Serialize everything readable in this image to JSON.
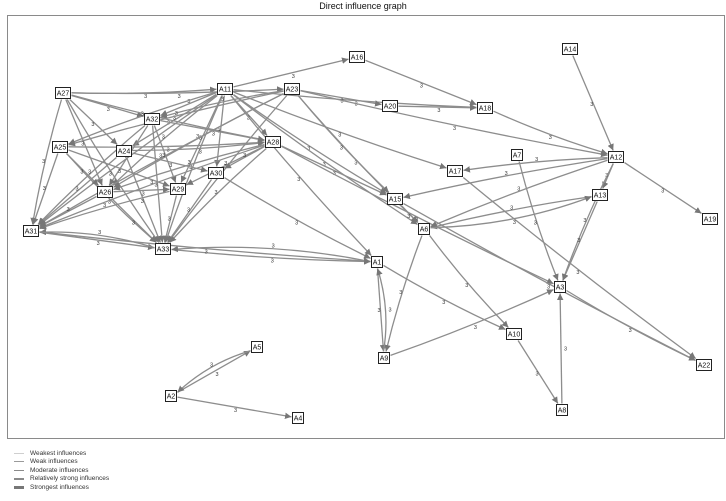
{
  "title": "Direct influence graph",
  "edge_weight_label": "3",
  "nodes": [
    {
      "id": "A16"
    },
    {
      "id": "A14"
    },
    {
      "id": "A27"
    },
    {
      "id": "A11"
    },
    {
      "id": "A23"
    },
    {
      "id": "A20"
    },
    {
      "id": "A18"
    },
    {
      "id": "A32"
    },
    {
      "id": "A25"
    },
    {
      "id": "A24"
    },
    {
      "id": "A28"
    },
    {
      "id": "A7"
    },
    {
      "id": "A12"
    },
    {
      "id": "A17"
    },
    {
      "id": "A26"
    },
    {
      "id": "A29"
    },
    {
      "id": "A30"
    },
    {
      "id": "A15"
    },
    {
      "id": "A13"
    },
    {
      "id": "A19"
    },
    {
      "id": "A31"
    },
    {
      "id": "A6"
    },
    {
      "id": "A33"
    },
    {
      "id": "A1"
    },
    {
      "id": "A3"
    },
    {
      "id": "A10"
    },
    {
      "id": "A9"
    },
    {
      "id": "A22"
    },
    {
      "id": "A5"
    },
    {
      "id": "A2"
    },
    {
      "id": "A4"
    },
    {
      "id": "A8"
    }
  ],
  "edges": [
    [
      "A11",
      "A16"
    ],
    [
      "A16",
      "A18"
    ],
    [
      "A27",
      "A11"
    ],
    [
      "A27",
      "A23"
    ],
    [
      "A27",
      "A32"
    ],
    [
      "A27",
      "A28"
    ],
    [
      "A27",
      "A31"
    ],
    [
      "A27",
      "A33"
    ],
    [
      "A27",
      "A26"
    ],
    [
      "A27",
      "A24"
    ],
    [
      "A11",
      "A32"
    ],
    [
      "A11",
      "A25"
    ],
    [
      "A11",
      "A24"
    ],
    [
      "A11",
      "A26"
    ],
    [
      "A11",
      "A29"
    ],
    [
      "A11",
      "A30"
    ],
    [
      "A11",
      "A33"
    ],
    [
      "A11",
      "A31"
    ],
    [
      "A11",
      "A28"
    ],
    [
      "A11",
      "A1"
    ],
    [
      "A11",
      "A15"
    ],
    [
      "A11",
      "A6"
    ],
    [
      "A11",
      "A17"
    ],
    [
      "A11",
      "A18"
    ],
    [
      "A23",
      "A20"
    ],
    [
      "A23",
      "A32"
    ],
    [
      "A23",
      "A25"
    ],
    [
      "A23",
      "A26"
    ],
    [
      "A23",
      "A33"
    ],
    [
      "A23",
      "A31"
    ],
    [
      "A23",
      "A6"
    ],
    [
      "A23",
      "A12"
    ],
    [
      "A23",
      "A15"
    ],
    [
      "A20",
      "A18"
    ],
    [
      "A18",
      "A12"
    ],
    [
      "A32",
      "A28"
    ],
    [
      "A32",
      "A26"
    ],
    [
      "A32",
      "A33"
    ],
    [
      "A32",
      "A31"
    ],
    [
      "A32",
      "A29"
    ],
    [
      "A25",
      "A28"
    ],
    [
      "A25",
      "A29"
    ],
    [
      "A25",
      "A33"
    ],
    [
      "A25",
      "A31"
    ],
    [
      "A25",
      "A26"
    ],
    [
      "A24",
      "A28"
    ],
    [
      "A24",
      "A33"
    ],
    [
      "A24",
      "A31"
    ],
    [
      "A24",
      "A30"
    ],
    [
      "A28",
      "A26"
    ],
    [
      "A28",
      "A31"
    ],
    [
      "A28",
      "A33"
    ],
    [
      "A28",
      "A29"
    ],
    [
      "A28",
      "A30"
    ],
    [
      "A28",
      "A15"
    ],
    [
      "A28",
      "A3"
    ],
    [
      "A26",
      "A33"
    ],
    [
      "A26",
      "A29"
    ],
    [
      "A26",
      "A31"
    ],
    [
      "A29",
      "A33"
    ],
    [
      "A29",
      "A31"
    ],
    [
      "A30",
      "A33"
    ],
    [
      "A30",
      "A1"
    ],
    [
      "A31",
      "A33"
    ],
    [
      "A33",
      "A31"
    ],
    [
      "A33",
      "A1"
    ],
    [
      "A1",
      "A33"
    ],
    [
      "A31",
      "A1"
    ],
    [
      "A14",
      "A12"
    ],
    [
      "A7",
      "A3"
    ],
    [
      "A12",
      "A17"
    ],
    [
      "A12",
      "A19"
    ],
    [
      "A12",
      "A15"
    ],
    [
      "A12",
      "A13"
    ],
    [
      "A12",
      "A6"
    ],
    [
      "A12",
      "A3"
    ],
    [
      "A13",
      "A6"
    ],
    [
      "A13",
      "A3"
    ],
    [
      "A6",
      "A13"
    ],
    [
      "A6",
      "A9"
    ],
    [
      "A6",
      "A10"
    ],
    [
      "A15",
      "A6"
    ],
    [
      "A1",
      "A9"
    ],
    [
      "A9",
      "A1"
    ],
    [
      "A1",
      "A10"
    ],
    [
      "A9",
      "A3"
    ],
    [
      "A3",
      "A22"
    ],
    [
      "A10",
      "A8"
    ],
    [
      "A8",
      "A3"
    ],
    [
      "A15",
      "A22"
    ],
    [
      "A17",
      "A22"
    ],
    [
      "A2",
      "A5"
    ],
    [
      "A5",
      "A2"
    ],
    [
      "A2",
      "A4"
    ]
  ],
  "legend": [
    {
      "label": "Weakest influences",
      "color": "#cfcfcf",
      "thickness": 1
    },
    {
      "label": "Weak influences",
      "color": "#9a9a9a",
      "thickness": 1
    },
    {
      "label": "Moderate influences",
      "color": "#8a8a8a",
      "thickness": 1
    },
    {
      "label": "Relatively strong influences",
      "color": "#8a8a8a",
      "thickness": 2
    },
    {
      "label": "Strongest influences",
      "color": "#777777",
      "thickness": 3
    }
  ]
}
